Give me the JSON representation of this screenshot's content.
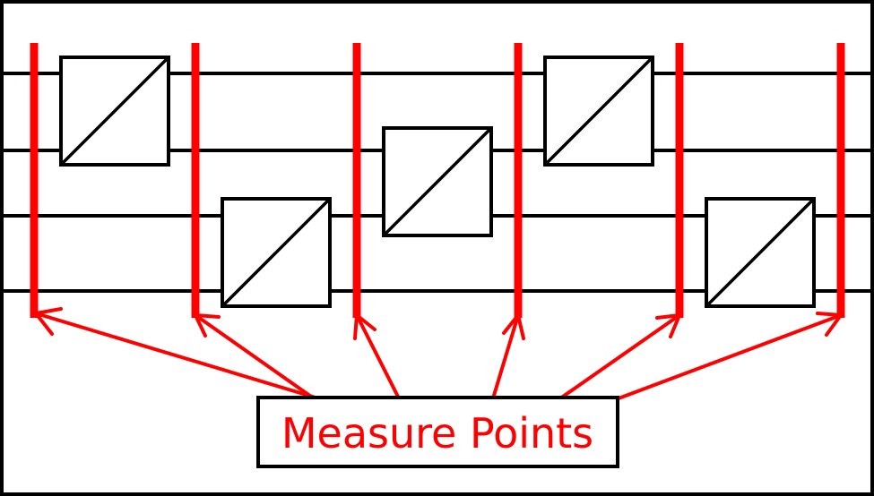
{
  "diagram": {
    "label": "Measure Points",
    "colors": {
      "line": "#000000",
      "measure": "#ff0000",
      "background": "#ffffff"
    },
    "wire_count": 4,
    "measure_point_count": 6,
    "beamsplitter_count": 5
  }
}
